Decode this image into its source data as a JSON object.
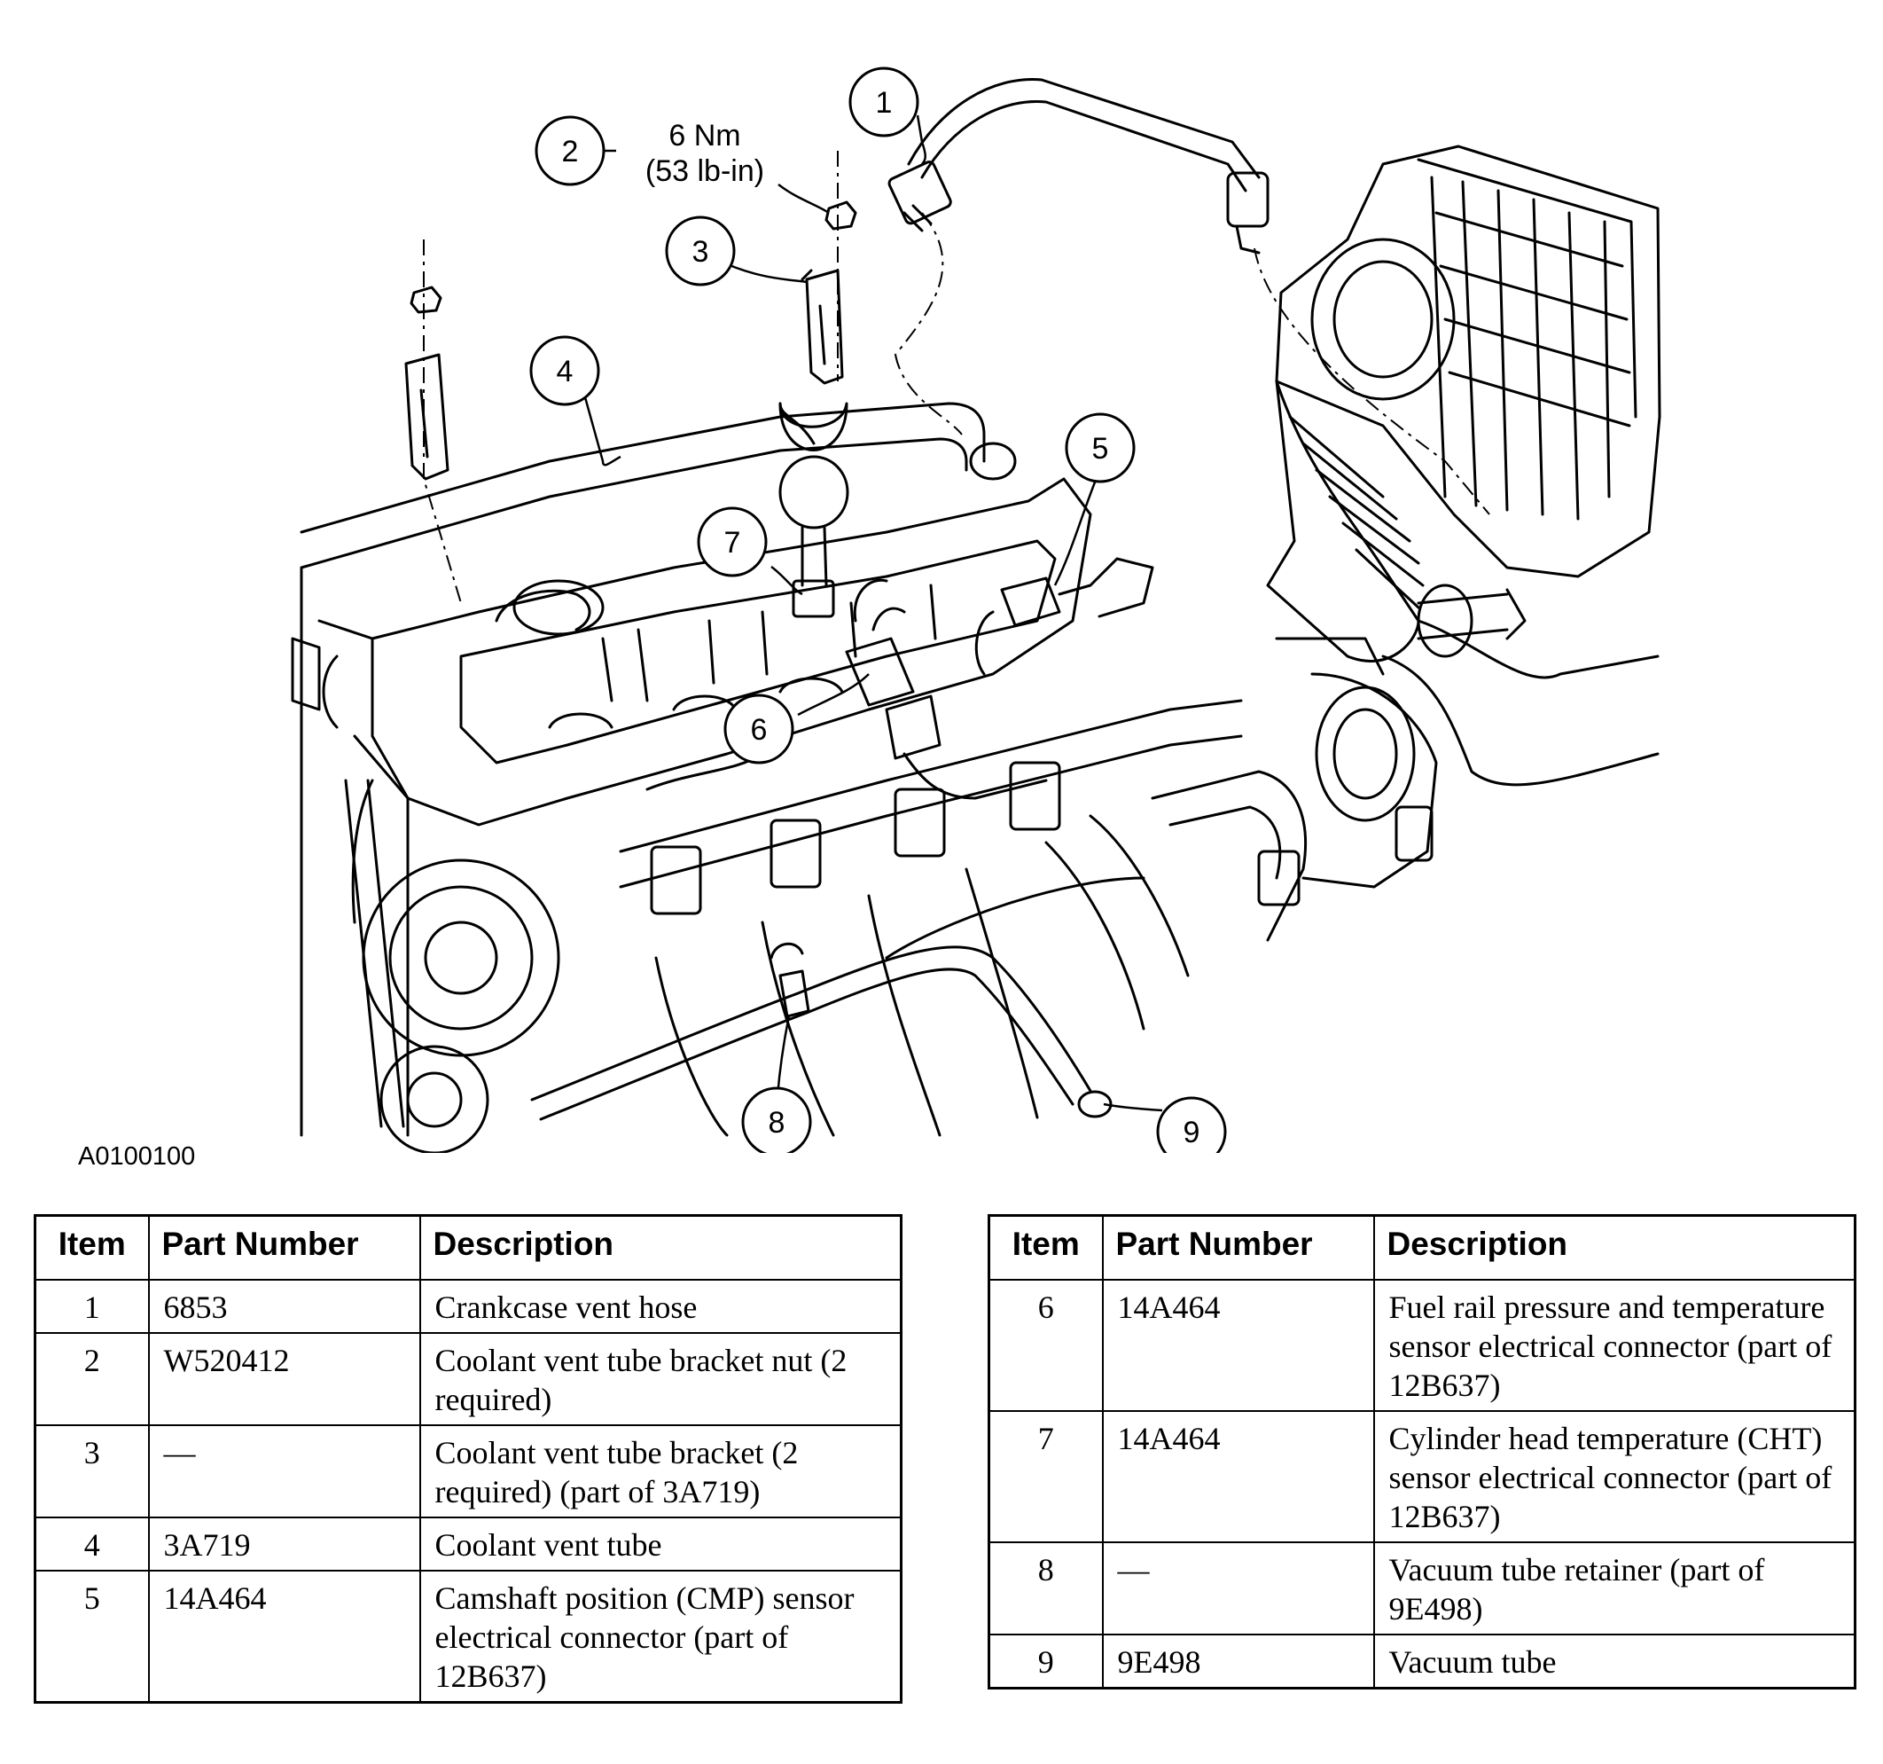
{
  "figure_id": "A0100100",
  "torque_callout": {
    "nm": "6 Nm",
    "lbin": "(53 lb-in)"
  },
  "callouts": [
    "1",
    "2",
    "3",
    "4",
    "5",
    "6",
    "7",
    "8",
    "9"
  ],
  "table": {
    "headers": {
      "item": "Item",
      "part_number": "Part Number",
      "description": "Description"
    },
    "rows": [
      {
        "item": "1",
        "part": "6853",
        "desc": "Crankcase vent hose"
      },
      {
        "item": "2",
        "part": "W520412",
        "desc": "Coolant vent tube bracket nut (2 required)"
      },
      {
        "item": "3",
        "part": "—",
        "desc": "Coolant vent tube bracket (2 required) (part of 3A719)"
      },
      {
        "item": "4",
        "part": "3A719",
        "desc": "Coolant vent tube"
      },
      {
        "item": "5",
        "part": "14A464",
        "desc": "Camshaft position (CMP) sensor electrical connector (part of 12B637)"
      },
      {
        "item": "6",
        "part": "14A464",
        "desc": "Fuel rail pressure and temperature sensor electrical connector (part of 12B637)"
      },
      {
        "item": "7",
        "part": "14A464",
        "desc": "Cylinder head temperature (CHT) sensor electrical connector (part of 12B637)"
      },
      {
        "item": "8",
        "part": "—",
        "desc": "Vacuum tube retainer (part of 9E498)"
      },
      {
        "item": "9",
        "part": "9E498",
        "desc": "Vacuum tube"
      }
    ]
  }
}
